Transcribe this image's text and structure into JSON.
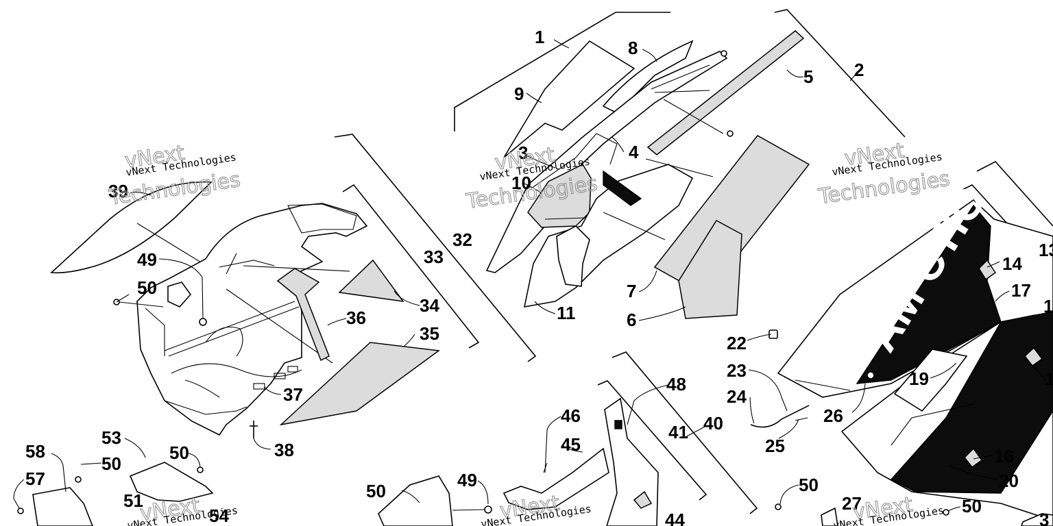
{
  "diagram": {
    "labels": [
      "1",
      "2",
      "3",
      "4",
      "5",
      "6",
      "7",
      "8",
      "9",
      "10",
      "11",
      "13",
      "14",
      "16",
      "17",
      "19",
      "20",
      "22",
      "23",
      "24",
      "25",
      "26",
      "27",
      "32",
      "33",
      "34",
      "35",
      "36",
      "37",
      "38",
      "39",
      "40",
      "41",
      "44",
      "45",
      "46",
      "48",
      "49",
      "50",
      "51",
      "53",
      "54",
      "57",
      "58"
    ],
    "panel_lettering": "AM CTIC",
    "watermark": {
      "brand": "vNext",
      "company": "vNext Technologies",
      "outline": "Technologies"
    }
  }
}
